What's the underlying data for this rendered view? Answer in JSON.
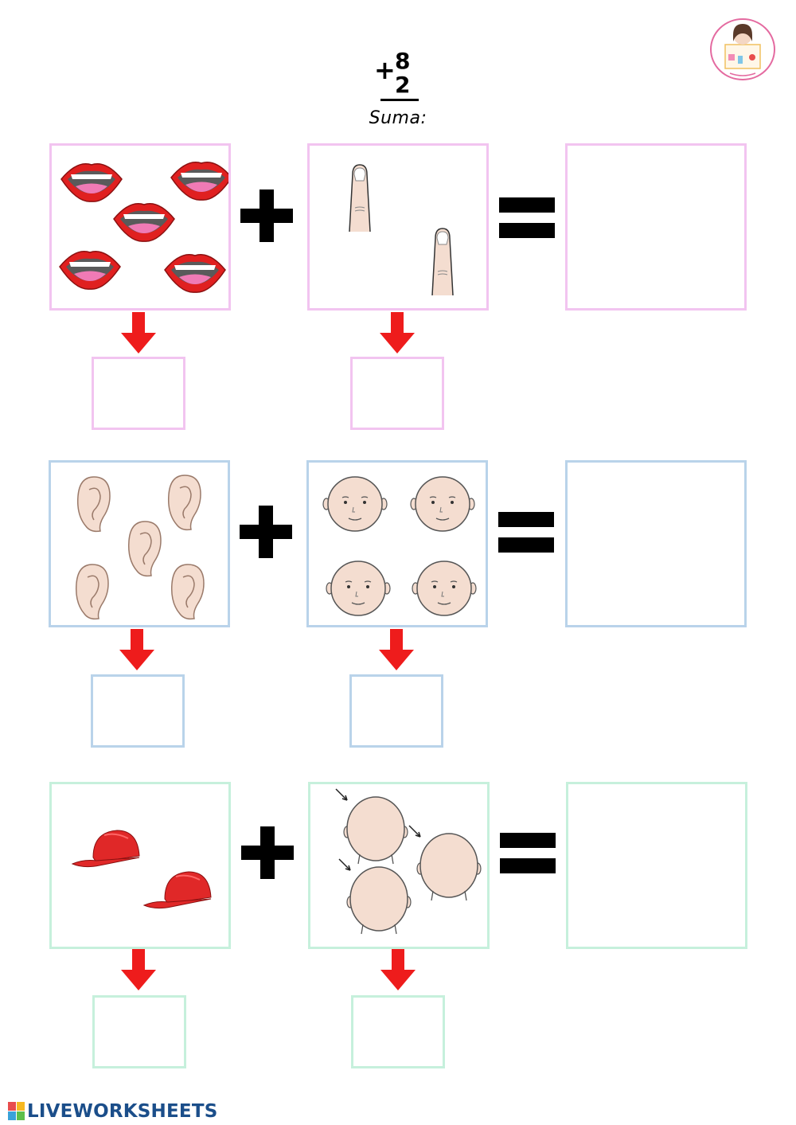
{
  "header": {
    "top_number": "8",
    "operator": "+",
    "bottom_number": "2",
    "label": "Suma:"
  },
  "rows": [
    {
      "left_item": "mouth",
      "left_count": 5,
      "right_item": "finger",
      "right_count": 2,
      "color": "#f2c4f0"
    },
    {
      "left_item": "ear",
      "left_count": 5,
      "right_item": "face",
      "right_count": 4,
      "color": "#b9d3ea"
    },
    {
      "left_item": "cap",
      "left_count": 2,
      "right_item": "head",
      "right_count": 3,
      "color": "#c6f0dc"
    }
  ],
  "icons": {
    "plus": "plus-sign-icon",
    "equals": "equals-sign-icon",
    "arrow": "down-arrow-icon",
    "arrow_color": "#ee1c1c"
  },
  "footer": {
    "brand": "LIVEWORKSHEETS",
    "brand_color": "#1b4e8a"
  }
}
